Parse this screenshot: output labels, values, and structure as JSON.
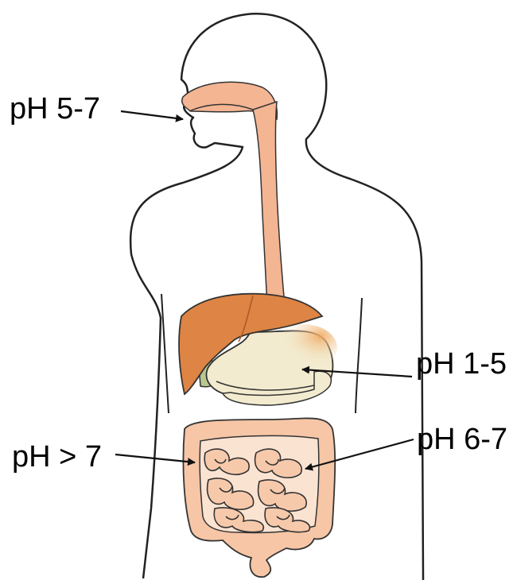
{
  "labels": {
    "mouth": "pH 5-7",
    "stomach": "pH 1-5",
    "large_intestine": "pH > 7",
    "small_intestine": "pH 6-7"
  },
  "colors": {
    "outline": "#222222",
    "esophagus": "#f4b593",
    "liver": "#de8444",
    "liver_dark": "#c86a2c",
    "stomach": "#f3ebcf",
    "stomach_blush": "#f0b070",
    "gallbladder": "#b8c890",
    "small_intestine": "#f7c9ab",
    "large_intestine": "#f6c6a6",
    "arrow": "#111111"
  }
}
